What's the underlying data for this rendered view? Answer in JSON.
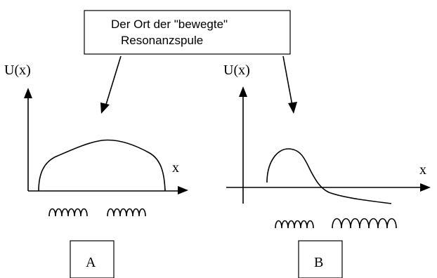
{
  "callout": {
    "line1": "Der Ort der \"bewegte\"",
    "line2": "Resonanzspule"
  },
  "diagram_a": {
    "y_label": "U(x)",
    "x_label": "x",
    "box_label": "A"
  },
  "diagram_b": {
    "y_label": "U(x)",
    "x_label": "x",
    "box_label": "B"
  }
}
